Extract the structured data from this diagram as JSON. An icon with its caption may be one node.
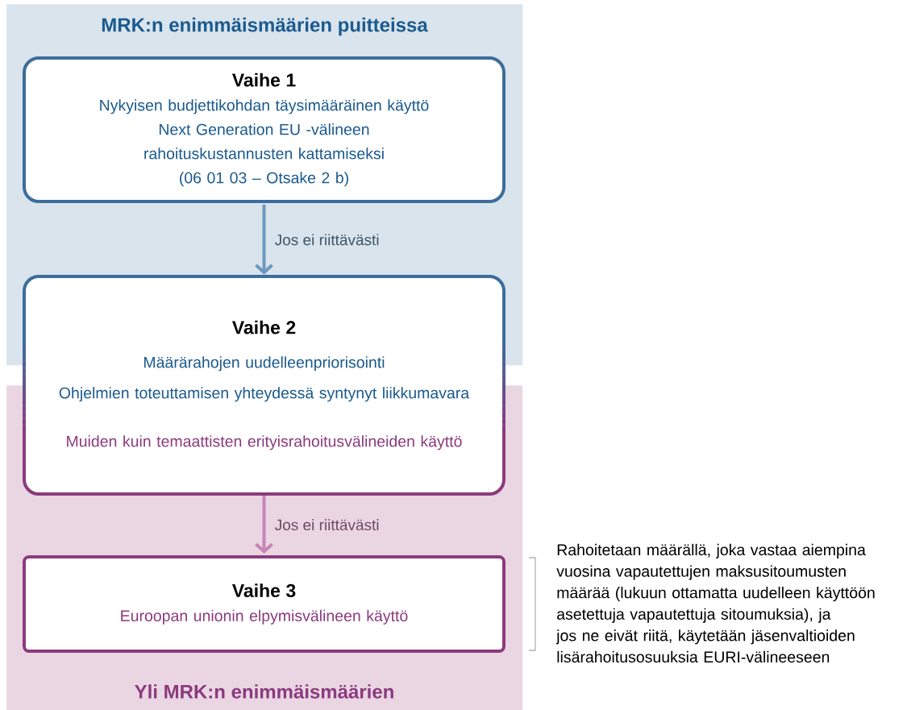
{
  "diagram": {
    "nodes": [
      {
        "text": [
          "MRK:n enimmäismäärien puitteissa"
        ]
      },
      {
        "text": [
          "Yli MRK:n enimmäismäärien"
        ]
      },
      {
        "text": [
          "Vaihe 1",
          "Nykyisen budjettikohdan täysimääräinen käyttö",
          "Next Generation EU -välineen rahoituskustannusten kattamiseksi",
          "(06 01 03 – Otsake 2 b)"
        ],
        "in": 0
      },
      {
        "text": [
          "Vaihe 2",
          "Määrärahojen uudelleenpriorisointi",
          "Ohjelmien toteuttamisen yhteydessä syntynyt liikkumavara",
          "Muiden kuin temaattisten erityisrahoitusvälineiden käyttö"
        ]
      },
      {
        "text": [
          "Vaihe 3",
          "Euroopan unionin elpymisvälineen käyttö"
        ],
        "in": 1,
        "beside": [
          "Rahoitetaan määrällä, joka vastaa aiempina vuosina vapautettujen maksusitoumusten määrää (lukuun ottamatta uudelleen käyttöön asetettuja vapautettuja sitoumuksia), ja jos ne eivät riitä, käytetään jäsenvaltioiden lisärahoitusosuuksia EURI-välineeseen"
        ]
      }
    ],
    "edges": [
      {
        "from": 2,
        "to": 3,
        "arrow": "to",
        "label": "Jos ei riittävästi",
        "color": "#6f98bd"
      },
      {
        "from": 3,
        "to": 4,
        "arrow": "to",
        "label": "Jos ei riittävästi",
        "color": "#c785b5"
      }
    ]
  }
}
